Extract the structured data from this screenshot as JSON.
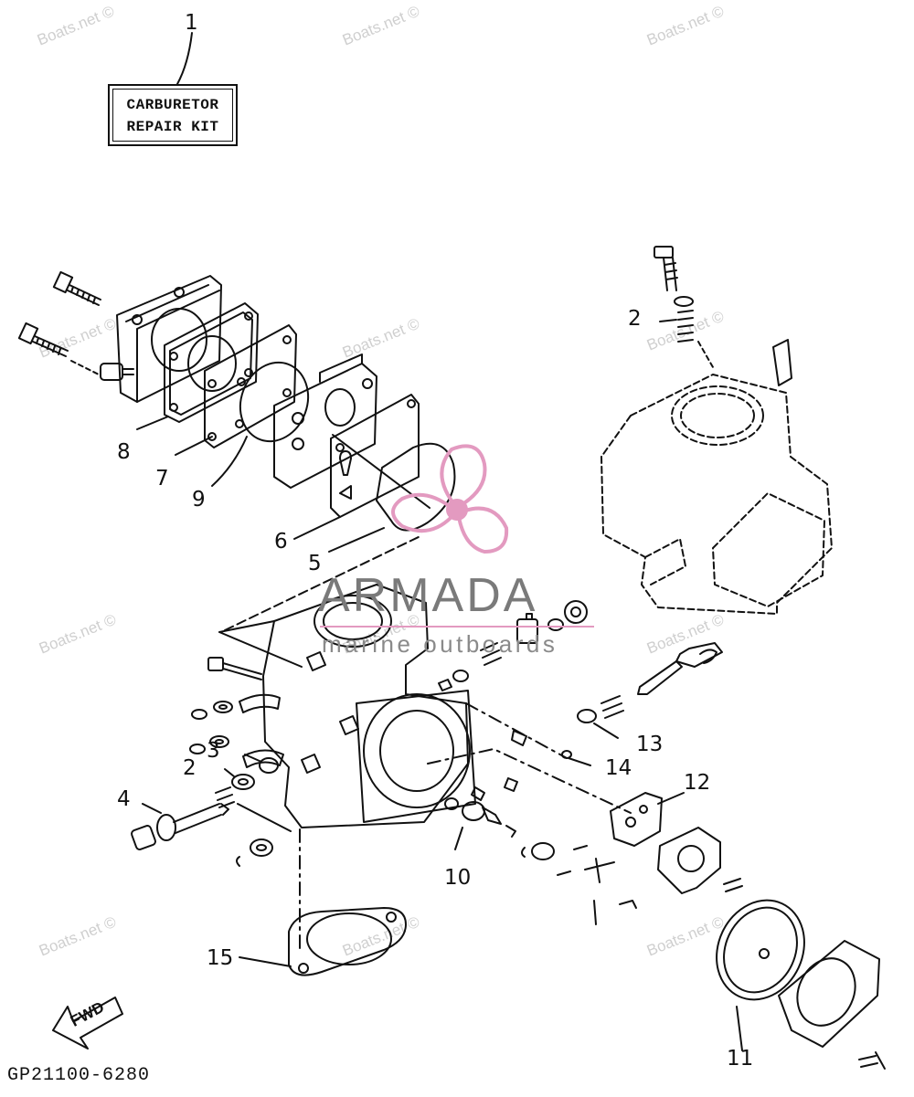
{
  "kit_label": {
    "line1": "CARBURETOR",
    "line2": "REPAIR KIT"
  },
  "callouts": [
    "1",
    "2",
    "8",
    "7",
    "9",
    "6",
    "5",
    "3",
    "2",
    "4",
    "14",
    "13",
    "12",
    "10",
    "15",
    "11"
  ],
  "watermark": {
    "text": "Boats.net ©"
  },
  "brand": {
    "name": "ARMADA",
    "tagline": "marine outboards"
  },
  "fwd_label": "FWD",
  "diagram_code": "GP21100-6280"
}
